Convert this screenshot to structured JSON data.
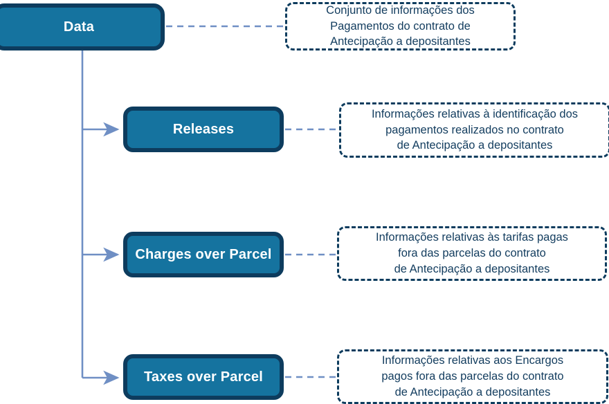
{
  "diagram": {
    "type": "tree-hierarchy",
    "root": {
      "label": "Data",
      "note": "Conjunto de informações dos\nPagamentos do contrato de\nAntecipação a depositantes"
    },
    "children": [
      {
        "label": "Releases",
        "note": "Informações relativas à identificação dos\npagamentos realizados no contrato\nde Antecipação a depositantes"
      },
      {
        "label": "Charges over Parcel",
        "note": "Informações relativas às tarifas pagas\nfora das parcelas do contrato\nde Antecipação a depositantes"
      },
      {
        "label": "Taxes over Parcel",
        "note": "Informações relativas aos Encargos\npagos fora das parcelas do contrato\nde Antecipação a depositantes"
      }
    ],
    "colors": {
      "node_fill": "#15739f",
      "node_border": "#0d3c5e",
      "node_text": "#ffffff",
      "note_border": "#0d3c5e",
      "note_text": "#123c5e",
      "note_fill": "#ffffff",
      "connector": "#6f8fc4",
      "background": "#ffffff"
    }
  }
}
